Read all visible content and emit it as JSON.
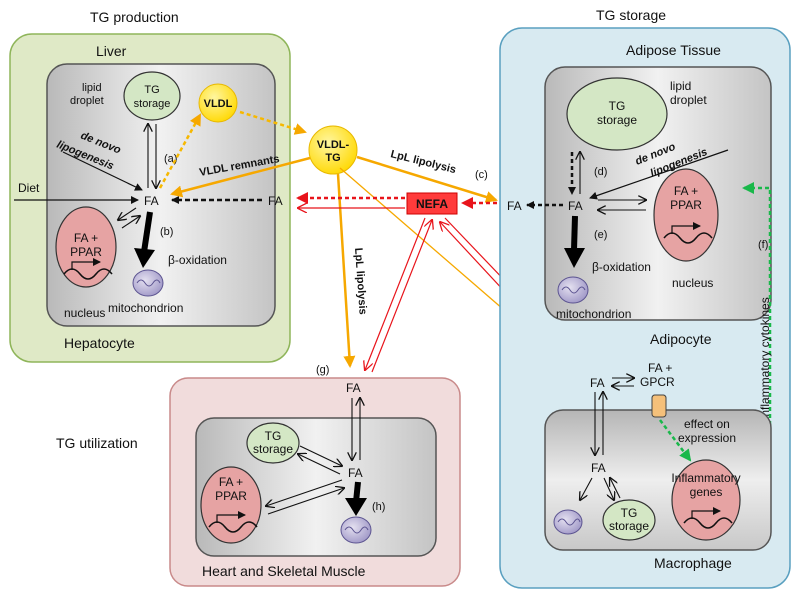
{
  "headings": {
    "tg_production": "TG production",
    "tg_storage": "TG storage",
    "tg_utilization": "TG utilization"
  },
  "liver": {
    "organ": "Liver",
    "cell": "Hepatocyte",
    "tg_storage_line1": "TG",
    "tg_storage_line2": "storage",
    "lipid_droplet_line1": "lipid",
    "lipid_droplet_line2": "droplet",
    "de_novo_line1": "de novo",
    "de_novo_line2": "lipogenesis",
    "diet": "Diet",
    "fa": "FA",
    "fa_ppar_line1": "FA +",
    "fa_ppar_line2": "PPAR",
    "nucleus": "nucleus",
    "beta_oxidation": "β-oxidation",
    "mitochondrion": "mitochondrion",
    "label_a": "(a)",
    "label_b": "(b)"
  },
  "circulation": {
    "vldl": "VLDL",
    "vldl_tg_line1": "VLDL-",
    "vldl_tg_line2": "TG",
    "vldl_remnants": "VLDL remnants",
    "lpl_lipolysis_right": "LpL lipolysis",
    "lpl_lipolysis_down": "LpL lipolysis",
    "label_c": "(c)",
    "label_g": "(g)",
    "nefa": "NEFA",
    "fa_mid": "FA"
  },
  "adipose": {
    "organ": "Adipose Tissue",
    "cell": "Adipocyte",
    "tg_storage_line1": "TG",
    "tg_storage_line2": "storage",
    "lipid_droplet_line1": "lipid",
    "lipid_droplet_line2": "droplet",
    "de_novo_line1": "de novo",
    "de_novo_line2": "lipogenesis",
    "fa_outside": "FA",
    "fa_inside": "FA",
    "fa_ppar_line1": "FA +",
    "fa_ppar_line2": "PPAR",
    "nucleus": "nucleus",
    "beta_oxidation": "β-oxidation",
    "mitochondrion": "mitochondrion",
    "label_d": "(d)",
    "label_e": "(e)",
    "label_f": "(f)",
    "inflammatory_cytokines": "Inflammatory cytokines"
  },
  "macrophage": {
    "cell": "Macrophage",
    "fa_top": "FA",
    "fa_gpcr_line1": "FA +",
    "fa_gpcr_line2": "GPCR",
    "effect_line1": "effect on",
    "effect_line2": "expression",
    "fa_inner": "FA",
    "tg_storage_line1": "TG",
    "tg_storage_line2": "storage",
    "inflammatory_line1": "Inflammatory",
    "inflammatory_line2": "genes"
  },
  "muscle": {
    "tissue": "Heart and Skeletal Muscle",
    "fa_top": "FA",
    "fa_inner": "FA",
    "tg_storage_line1": "TG",
    "tg_storage_line2": "storage",
    "fa_ppar_line1": "FA +",
    "fa_ppar_line2": "PPAR",
    "label_h": "(h)"
  },
  "colors": {
    "liver_bg": "#dfe9c6",
    "adipose_bg": "#d8eaf1",
    "muscle_bg": "#f1dcdc",
    "vldl_yellow": "#ffe100",
    "vldl_orange": "#f6a800",
    "nefa_red": "#ff3b3b",
    "nefa_arrow": "#e8141b",
    "cytokine_green": "#19b84a",
    "nucleus_pink": "#e6a3a3",
    "tg_green": "#d4e7c5"
  }
}
